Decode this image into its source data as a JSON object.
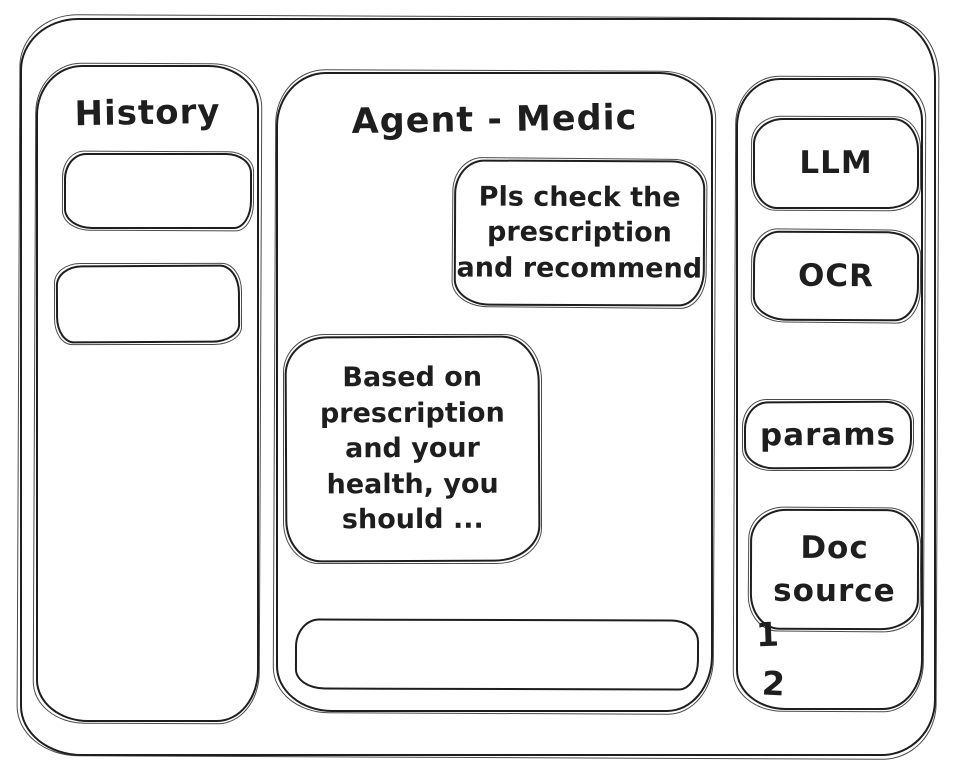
{
  "window": {
    "background": "#ffffff",
    "stroke_color": "#1e1e1e"
  },
  "history": {
    "title": "History",
    "items": [
      {
        "label": ""
      },
      {
        "label": ""
      }
    ]
  },
  "chat": {
    "title": "Agent - Medic",
    "messages": [
      {
        "role": "user",
        "text": "Pls check the\nprescription\nand recommend"
      },
      {
        "role": "agent",
        "text": "Based on\nprescription\nand your\nhealth, you\nshould ..."
      }
    ],
    "input": {
      "value": "",
      "placeholder": ""
    }
  },
  "tools": {
    "buttons": [
      {
        "label": "LLM"
      },
      {
        "label": "OCR"
      },
      {
        "label": "params"
      },
      {
        "label": "Doc\nsource"
      }
    ],
    "doc_items": [
      "1",
      "2"
    ]
  }
}
